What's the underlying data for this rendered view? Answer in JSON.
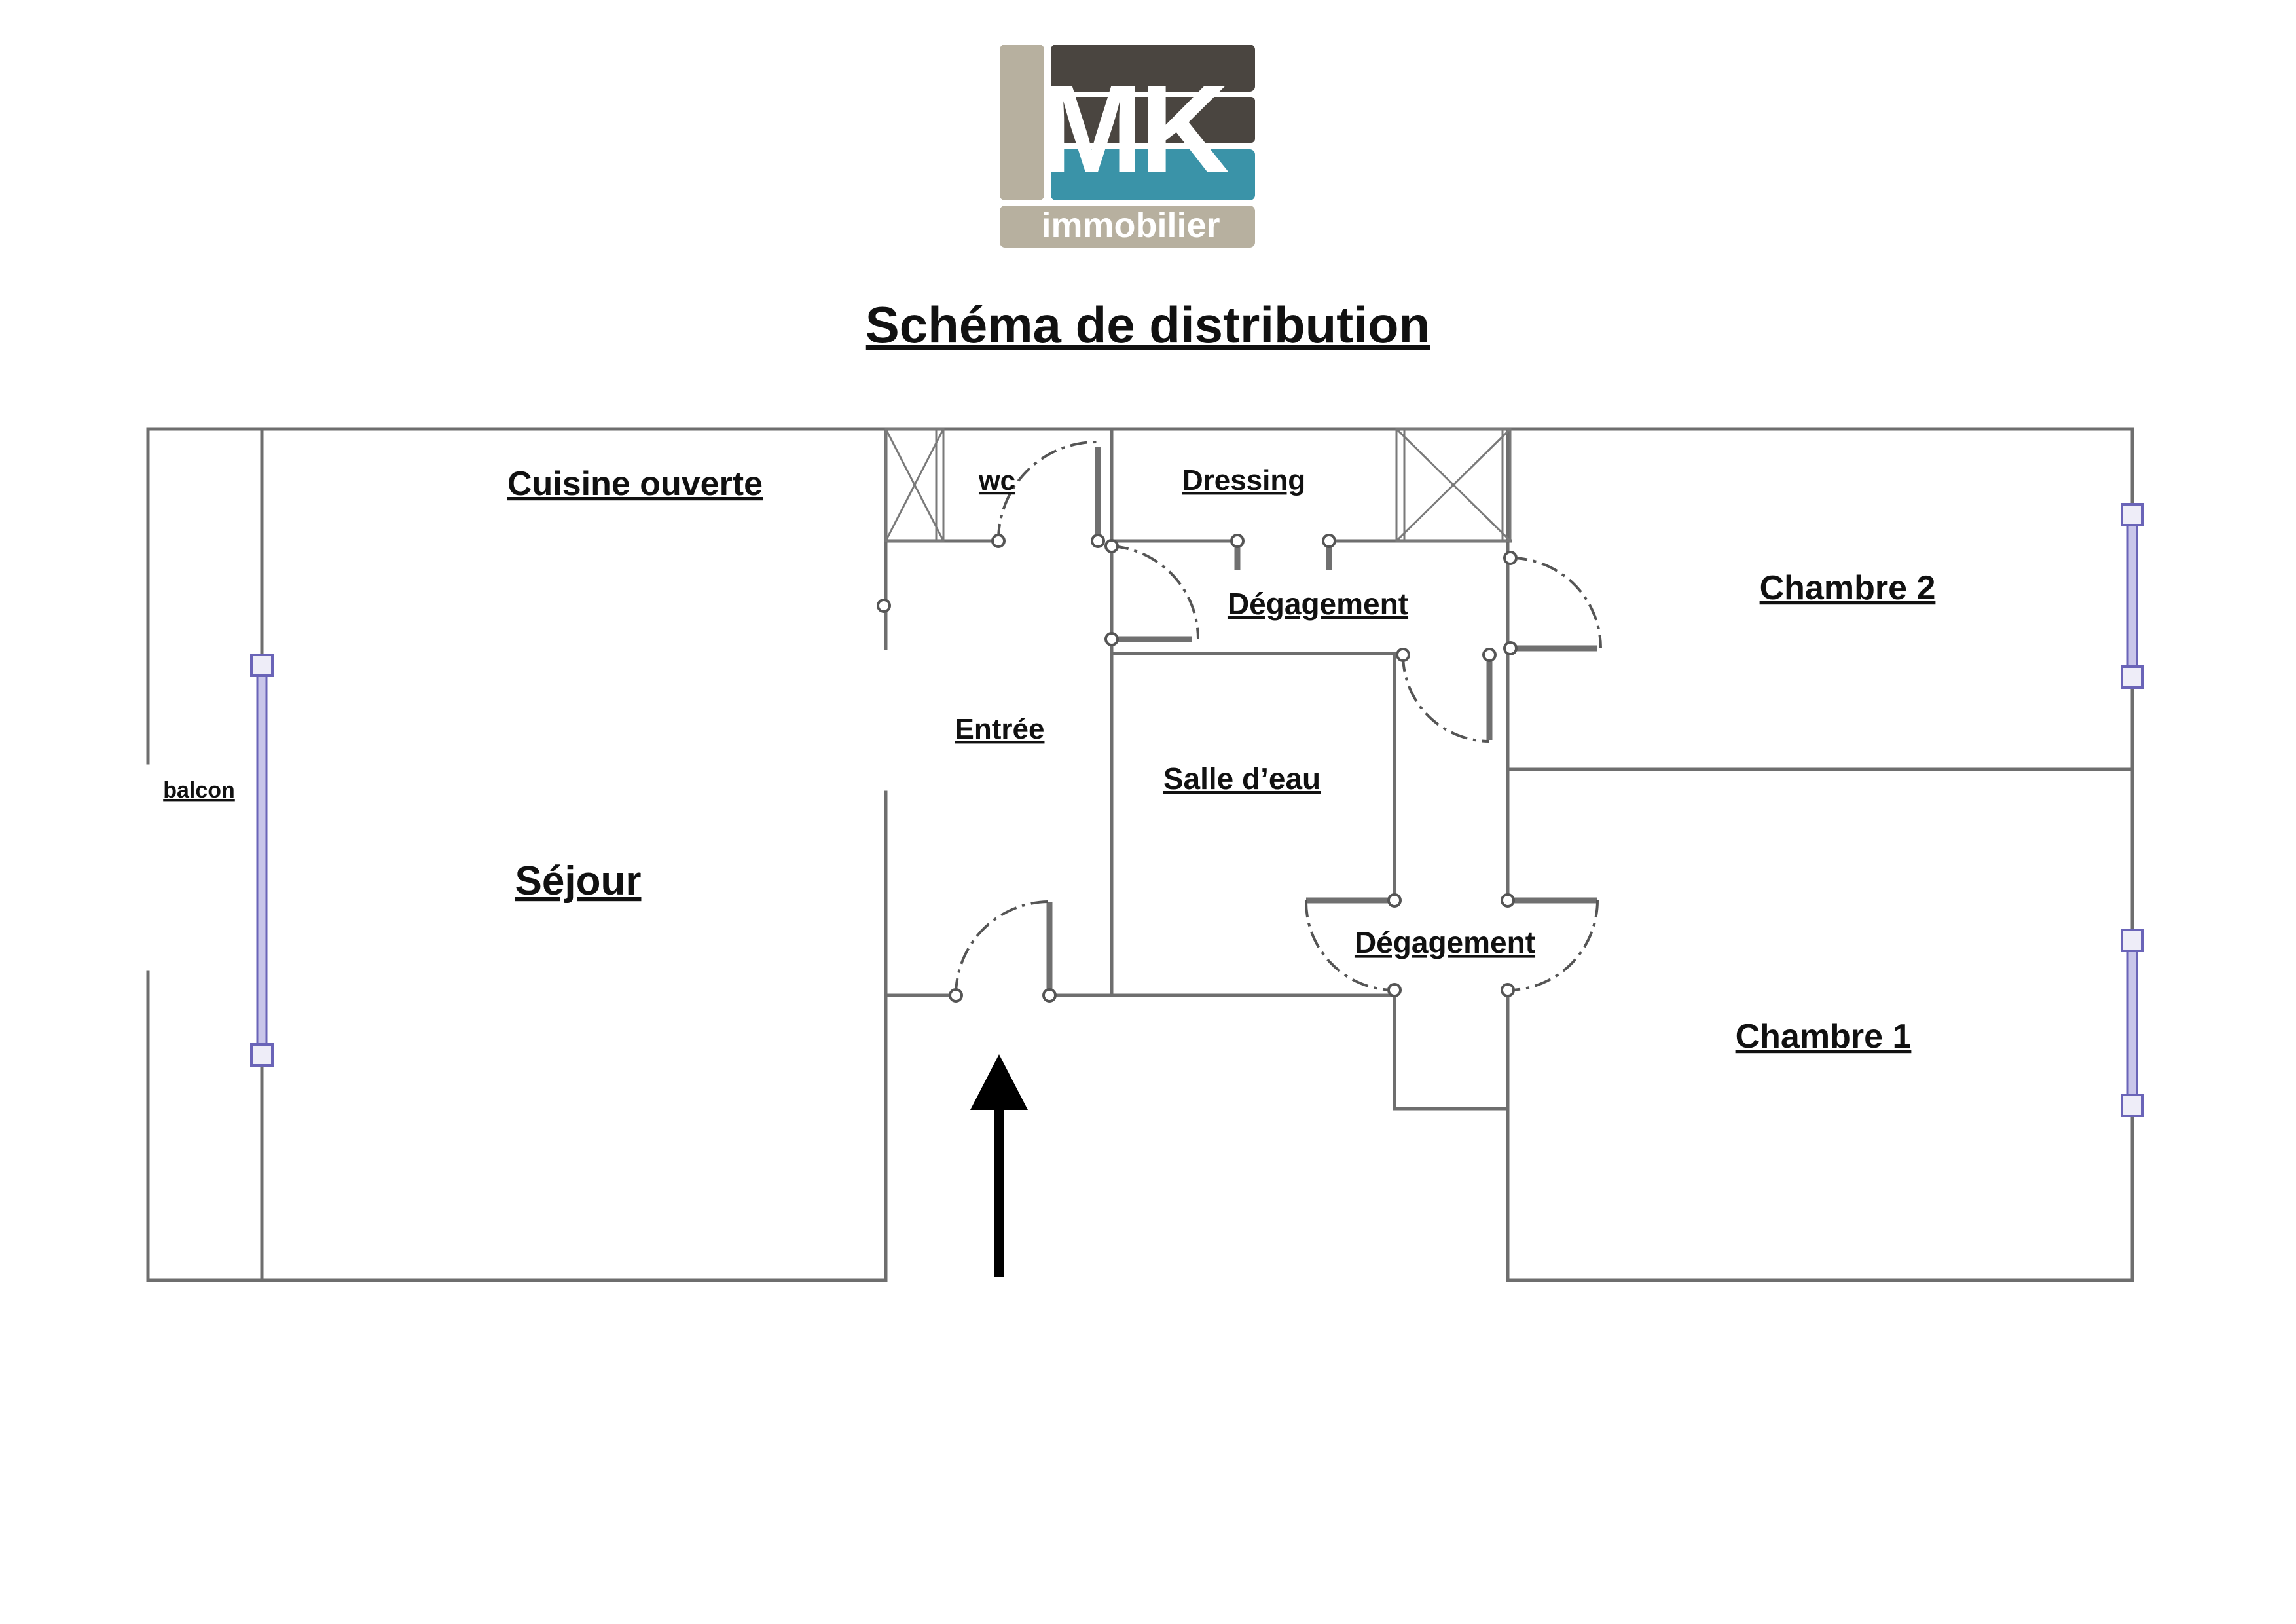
{
  "logo": {
    "letters": "MK",
    "word": "immobilier",
    "colors": {
      "beige": "#b7b09f",
      "dark": "#4a4540",
      "teal": "#3a93a8",
      "text": "#ffffff"
    }
  },
  "title": "Schéma de distribution",
  "rooms": {
    "cuisine": "Cuisine ouverte",
    "wc": "wc",
    "dressing": "Dressing",
    "degagement_top": "Dégagement",
    "chambre2": "Chambre 2",
    "entree": "Entrée",
    "salle_eau": "Salle d’eau",
    "balcon": "balcon",
    "sejour": "Séjour",
    "degagement_bottom": "Dégagement",
    "chambre1": "Chambre 1"
  },
  "colors": {
    "walls": "#6e6e6e",
    "windows": "#6a64b8",
    "arrow": "#000000"
  },
  "entrance_arrow_icon": "arrow-up-icon"
}
